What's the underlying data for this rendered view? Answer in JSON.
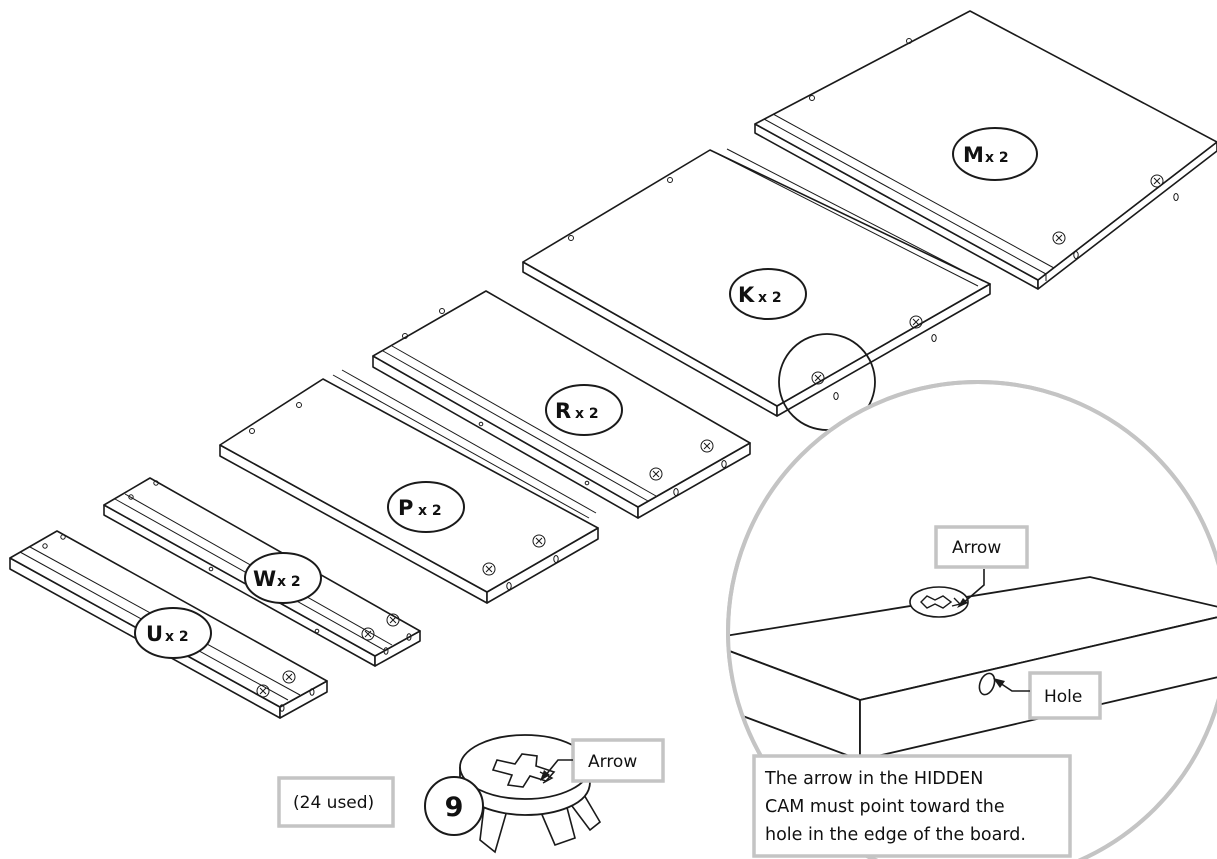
{
  "parts": [
    {
      "letter": "M",
      "qty": "x 2"
    },
    {
      "letter": "K",
      "qty": "x 2"
    },
    {
      "letter": "R",
      "qty": "x 2"
    },
    {
      "letter": "P",
      "qty": "x 2"
    },
    {
      "letter": "W",
      "qty": "x 2"
    },
    {
      "letter": "U",
      "qty": "x 2"
    }
  ],
  "detail": {
    "arrow_label": "Arrow",
    "hole_label": "Hole",
    "note_lines": [
      "The arrow in the HIDDEN",
      "CAM must point toward the",
      "hole in the edge of the board."
    ]
  },
  "cam": {
    "number": "9",
    "arrow_label": "Arrow",
    "used_label": "(24 used)"
  }
}
